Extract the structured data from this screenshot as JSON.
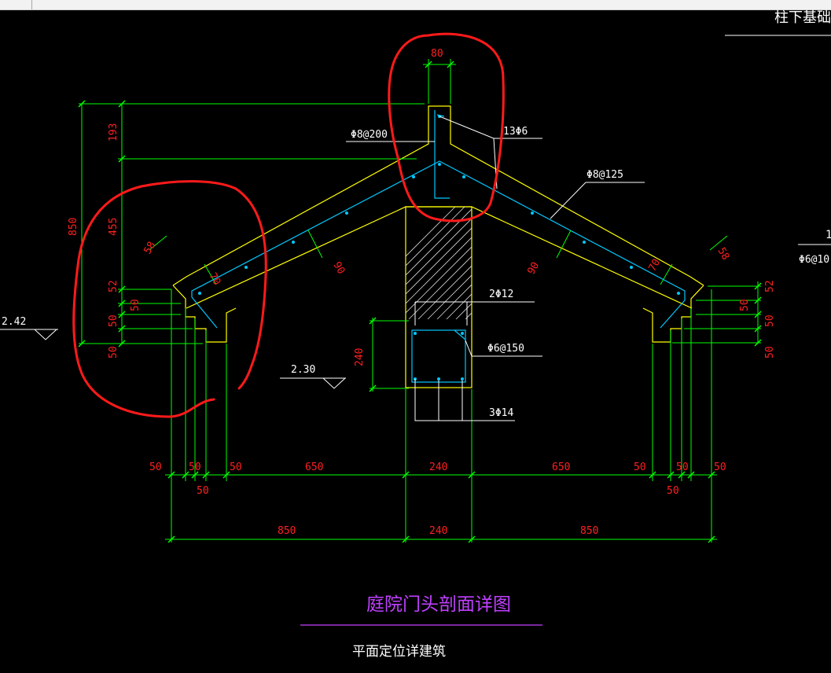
{
  "top_fragment": "柱下基础",
  "right_fragment_a": "1",
  "right_fragment_b": "Φ6@10",
  "elevations": {
    "left": "2.42",
    "center": "2.30"
  },
  "rebar": {
    "top_bar": "80",
    "ridge_bars": "13Φ6",
    "stirrup_left": "Φ8@200",
    "stirrup_right": "Φ8@125",
    "beam_top": "2Φ12",
    "beam_stirrup": "Φ6@150",
    "beam_bottom": "3Φ14"
  },
  "dims": {
    "d193": "193",
    "d850": "850",
    "d455": "455",
    "d52": "52",
    "d50": "50",
    "d58": "58",
    "d70": "70",
    "d90": "90",
    "d240": "240",
    "d650": "650"
  },
  "title": "庭院门头剖面详图",
  "subtitle": "平面定位详建筑",
  "colors": {
    "background": "#000000",
    "dimension": "#00ff00",
    "dim_text": "#ff2020",
    "outline": "#ffff00",
    "rebar": "#00c8ff",
    "label": "#ffffff",
    "title": "#c040ff",
    "markup": "#ff1a1a"
  }
}
